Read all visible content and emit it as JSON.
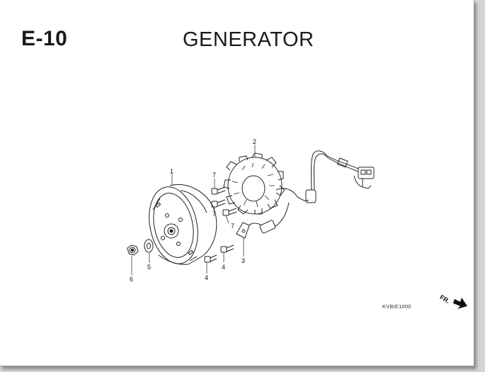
{
  "header": {
    "section_code": "E-10",
    "title": "GENERATOR"
  },
  "drawing_code": "KVBIE1000",
  "direction_label": "FR.",
  "callouts": [
    {
      "id": "c1",
      "label": "1"
    },
    {
      "id": "c2",
      "label": "2"
    },
    {
      "id": "c3",
      "label": "3"
    },
    {
      "id": "c4a",
      "label": "4"
    },
    {
      "id": "c4b",
      "label": "4"
    },
    {
      "id": "c5",
      "label": "5"
    },
    {
      "id": "c6",
      "label": "6"
    },
    {
      "id": "c7a",
      "label": "7"
    },
    {
      "id": "c7b",
      "label": "7"
    },
    {
      "id": "c7c",
      "label": "7"
    }
  ],
  "colors": {
    "line": "#222222",
    "page": "#ffffff",
    "background": "#d4d4d4"
  }
}
